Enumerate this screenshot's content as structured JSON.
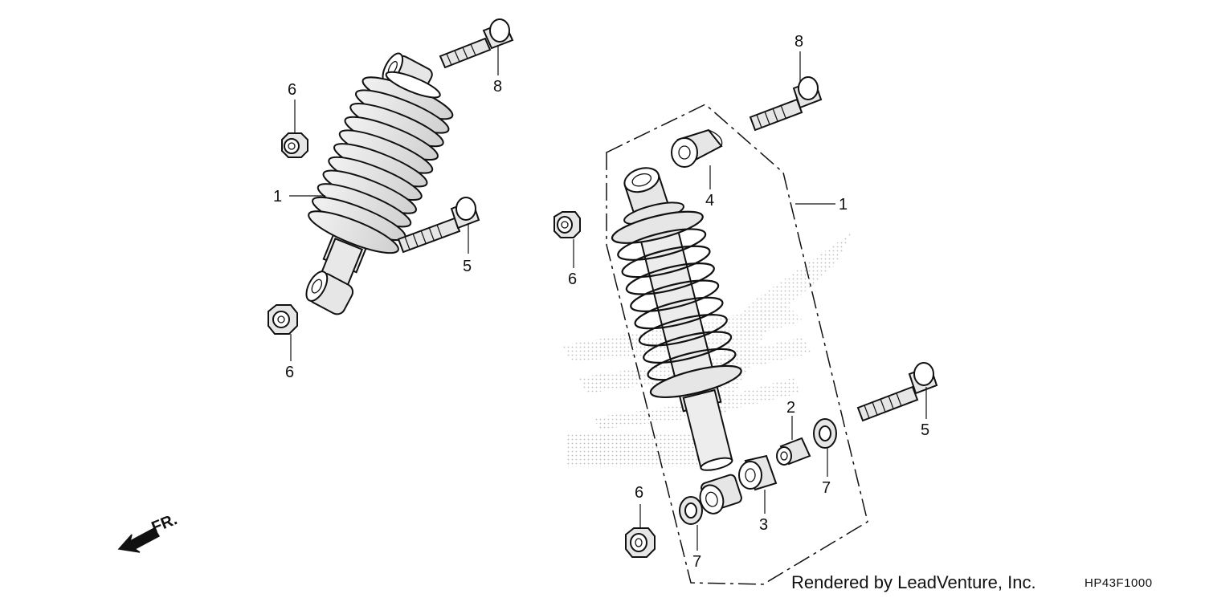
{
  "diagram": {
    "callouts": {
      "left_shock_upper_nut": "6",
      "left_shock_lower_nut": "6",
      "left_shock": "1",
      "left_upper_bolt": "8",
      "left_lower_bolt": "5",
      "right_upper_bolt": "8",
      "right_bushing_upper": "4",
      "right_shock": "1",
      "right_upper_nut": "6",
      "right_collar": "2",
      "right_lower_bolt": "5",
      "right_dust_seal_right": "7",
      "right_bushing_lower": "3",
      "right_lower_nut": "6",
      "right_dust_seal_left": "7"
    },
    "front_indicator": "FR.",
    "footer_credit": "Rendered by LeadVenture, Inc.",
    "diagram_code": "HP43F1000"
  }
}
